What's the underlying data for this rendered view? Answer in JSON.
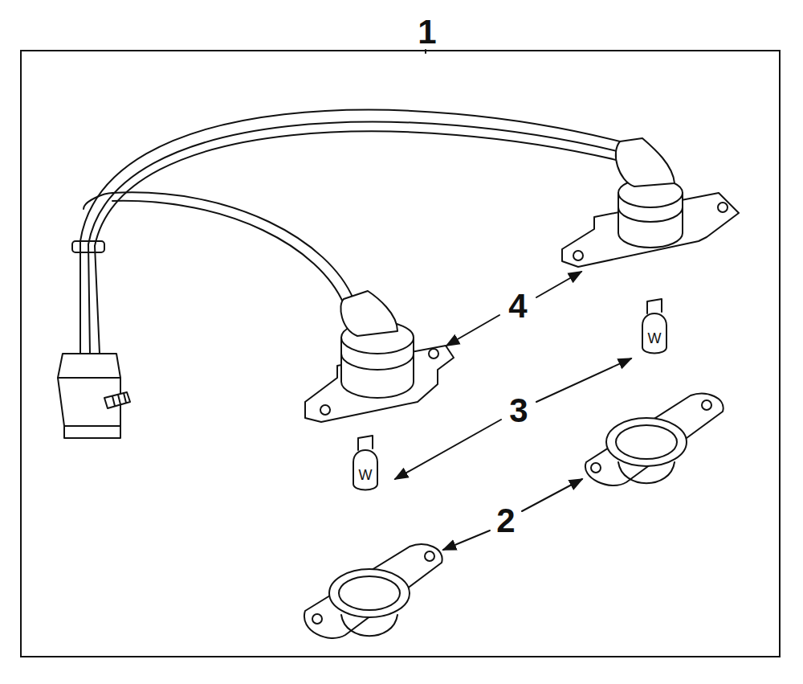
{
  "diagram": {
    "nodes": [
      {
        "text": [
          "1"
        ]
      }
    ],
    "labels": [
      "4",
      "3",
      "2",
      "W",
      "W"
    ]
  }
}
